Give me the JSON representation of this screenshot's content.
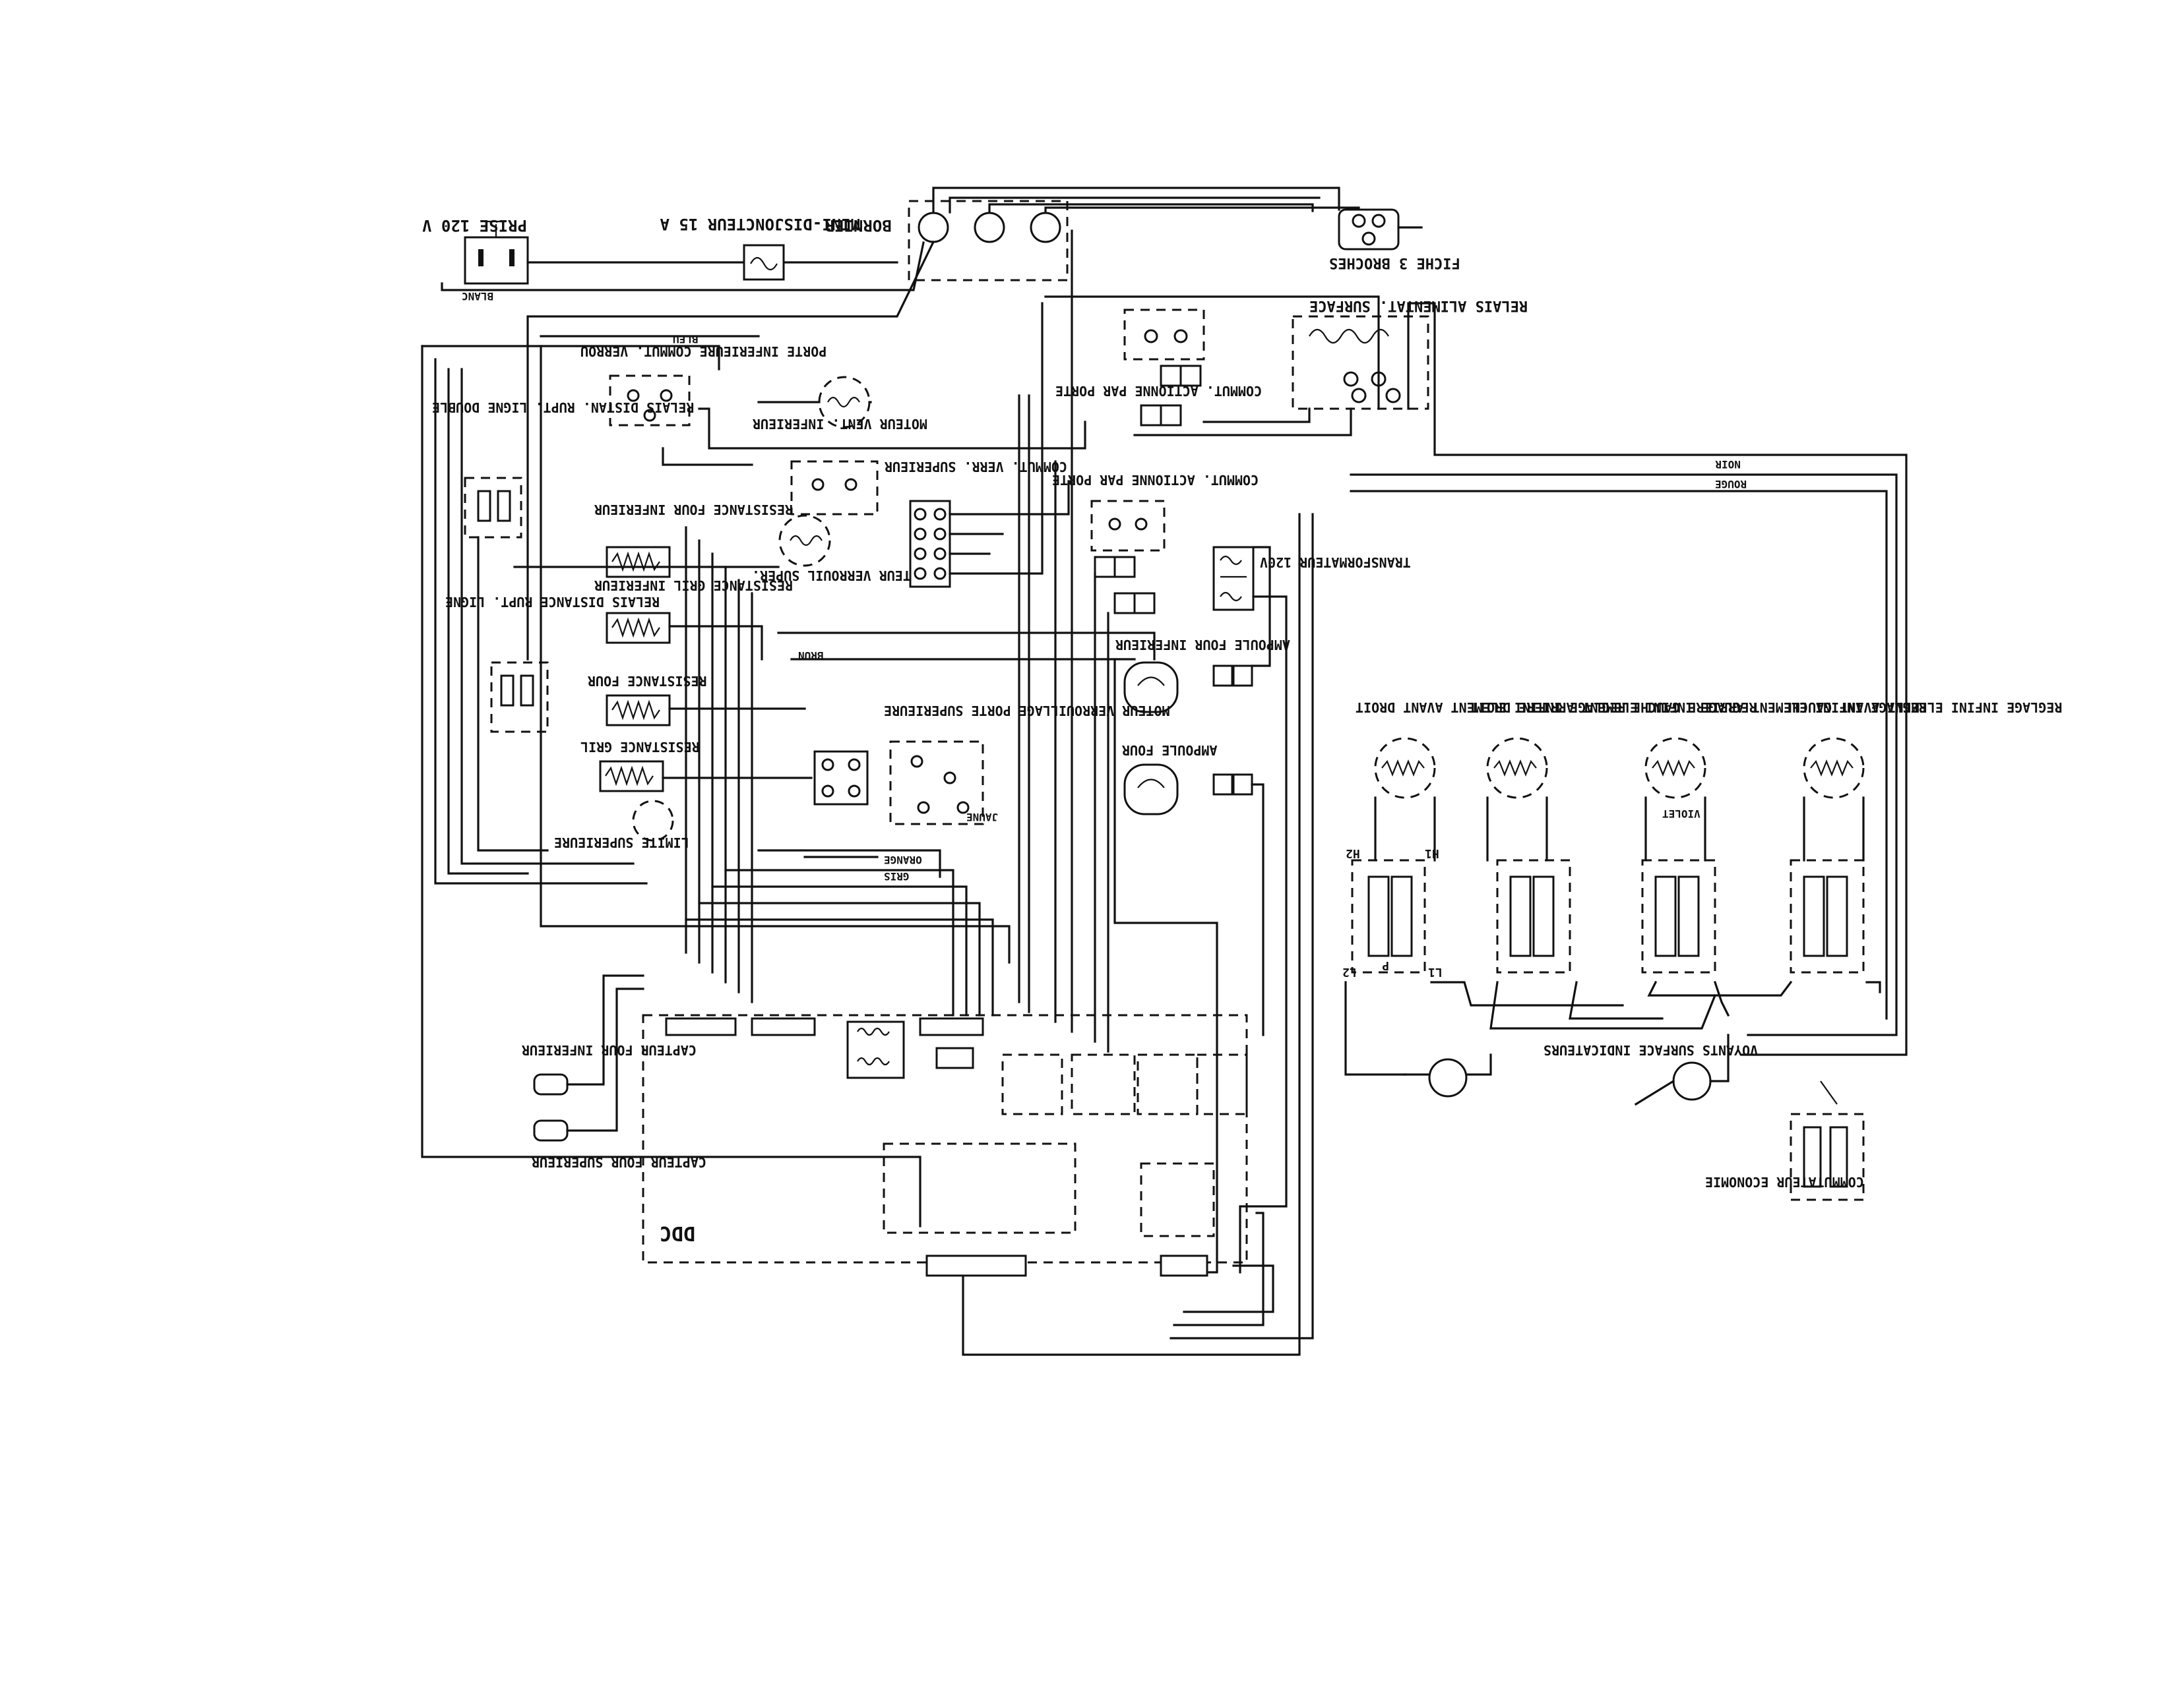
{
  "labels": {
    "outlet": "PRISE 120 V",
    "breaker": "MINI-DISJONCTEUR 15 A",
    "terminal_block": "BORNIER",
    "plug": "FICHE 3 BROCHES",
    "supply_relay": "RELAIS ALIMENTAT. SURFACE",
    "fan_lock_switch": "COMMUT. ACTIONNE PAR PORTE",
    "door_switch": "COMMUT. ACTIONNE PAR PORTE",
    "lock_motor": "MOTEUR VERROUIL SUPER.",
    "upper_lock_switch": "COMMUT. VERR. SUPERIEUR",
    "fan_motor": "MOTEUR VENT. INFERIEUR",
    "lower_door_switch": "PORTE INFERIEURE COMMUT. VERROU",
    "relay_dl1": "RELAIS DISTAN. RUPT. LIGNE DOUBLE",
    "relay_dl2": "RELAIS DISTANCE RUPT. LIGNE",
    "res_lower": "RESISTANCE FOUR INFERIEUR",
    "res_broil_lower": "RESISTANCE GRIL INFERIEUR",
    "res_bake": "RESISTANCE FOUR",
    "res_broil": "RESISTANCE GRIL",
    "limiter": "LIMITE SUPERIEURE",
    "lock_motor_lower": "MOTEUR VERROUILLAGE PORTE SUPERIEURE",
    "transformer": "TRANSFORMATEUR 120V",
    "lamp_lower": "AMPOULE FOUR INFERIEUR",
    "lamp_upper": "AMPOULE FOUR",
    "sensor_lower": "CAPTEUR FOUR INFERIEUR",
    "sensor_upper": "CAPTEUR FOUR SUPERIEUR",
    "ddc": "DDC",
    "surface_indicator": "VOYANTS SURFACE INDICATEURS",
    "coil_legend": "COMMUTATEUR ECONOMIE",
    "elem_1": "REGLAGE INFINI ELEMENT AVANT DROIT",
    "elem_2": "REGLAGE INFINI ELEMENT ARRIERE DROIT",
    "elem_3": "REGLAGE INFINI ELEMENT ARRIERE GAUCHE",
    "elem_4": "REGLAGE INFINI ELEMENT AVANT GAUCHE"
  },
  "wire_colors": [
    "NOIR",
    "ROUGE",
    "BLANC",
    "BLEU",
    "ORANGE",
    "GRIS",
    "VIOLET",
    "BRUN",
    "JAUNE"
  ],
  "pins": {
    "h1": "H1",
    "h2": "H2",
    "l1": "L1",
    "l2": "L2",
    "p": "P"
  }
}
